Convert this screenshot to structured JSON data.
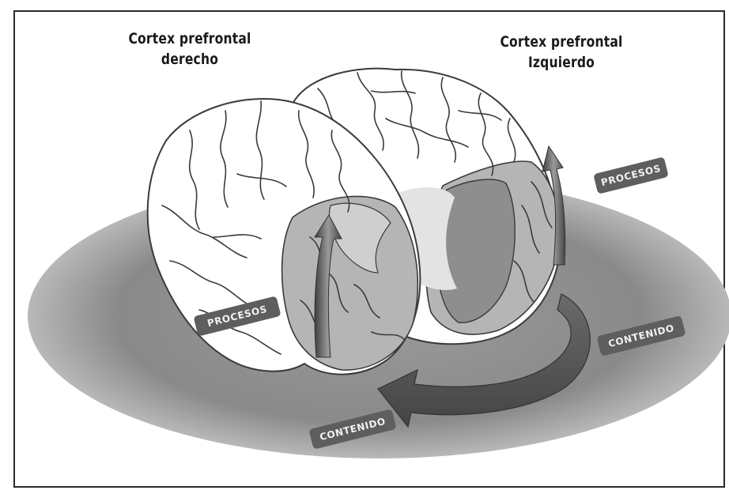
{
  "titles": {
    "right_cortex_line1": "Cortex prefrontal",
    "right_cortex_line2": "derecho",
    "left_cortex_line1": "Cortex prefrontal",
    "left_cortex_line2": "Izquierdo"
  },
  "tags": {
    "procesos_right": "PROCESOS",
    "procesos_left": "PROCESOS",
    "contenido_right": "CONTENIDO",
    "contenido_bottom": "CONTENIDO"
  },
  "colors": {
    "ellipse": "#8c8c8c",
    "tag_fill": "#5e5e5e",
    "brain_outline": "#3a3a3a",
    "prefrontal_shade": "#b5b5b5",
    "arrow_dark": "#5a5a5a"
  }
}
